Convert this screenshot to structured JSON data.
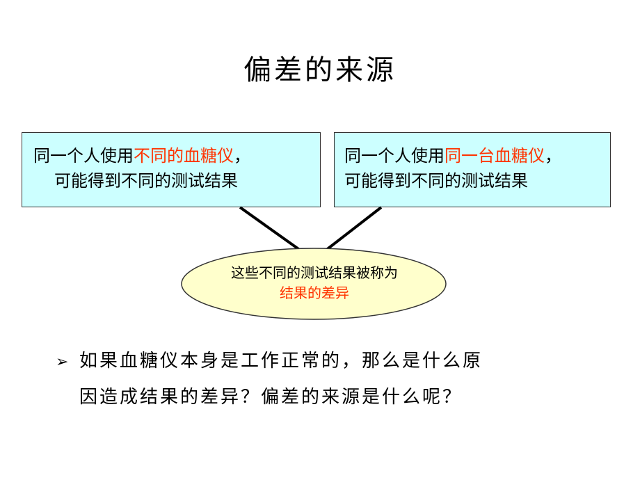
{
  "title": "偏差的来源",
  "left_box": {
    "line1_prefix": "同一个人使用",
    "line1_highlight": "不同的血糖仪",
    "line1_suffix": "，",
    "line2": "可能得到不同的测试结果"
  },
  "right_box": {
    "line1_prefix": "同一个人使用",
    "line1_highlight": "同一台血糖仪",
    "line1_suffix": "，",
    "line2": "可能得到不同的测试结果"
  },
  "ellipse": {
    "line1": "这些不同的测试结果被称为",
    "line2": "结果的差异"
  },
  "bullet": {
    "marker": "➢",
    "line1": "如果血糖仪本身是工作正常的，那么是什么原",
    "line2": "因造成结果的差异？偏差的来源是什么呢？"
  },
  "colors": {
    "box_fill": "#ccffff",
    "ellipse_fill": "#ffffcc",
    "highlight": "#ff3300"
  }
}
